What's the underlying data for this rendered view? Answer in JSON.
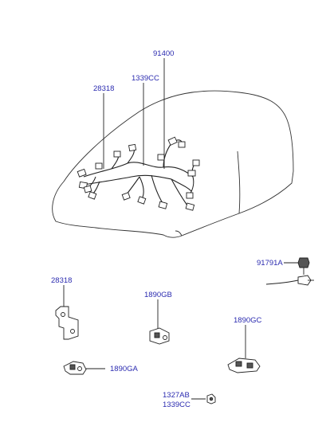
{
  "labels": {
    "p91400": "91400",
    "p1339cc_top": "1339CC",
    "p28318_top": "28318",
    "p28318_bracket": "28318",
    "p91791a": "91791A",
    "p1890gb": "1890GB",
    "p1890gc": "1890GC",
    "p1890ga": "1890GA",
    "p1327ab": "1327AB",
    "p1339cc_bottom": "1339CC"
  },
  "colors": {
    "label": "#2b2bb0",
    "line": "#222222",
    "background": "#ffffff"
  }
}
